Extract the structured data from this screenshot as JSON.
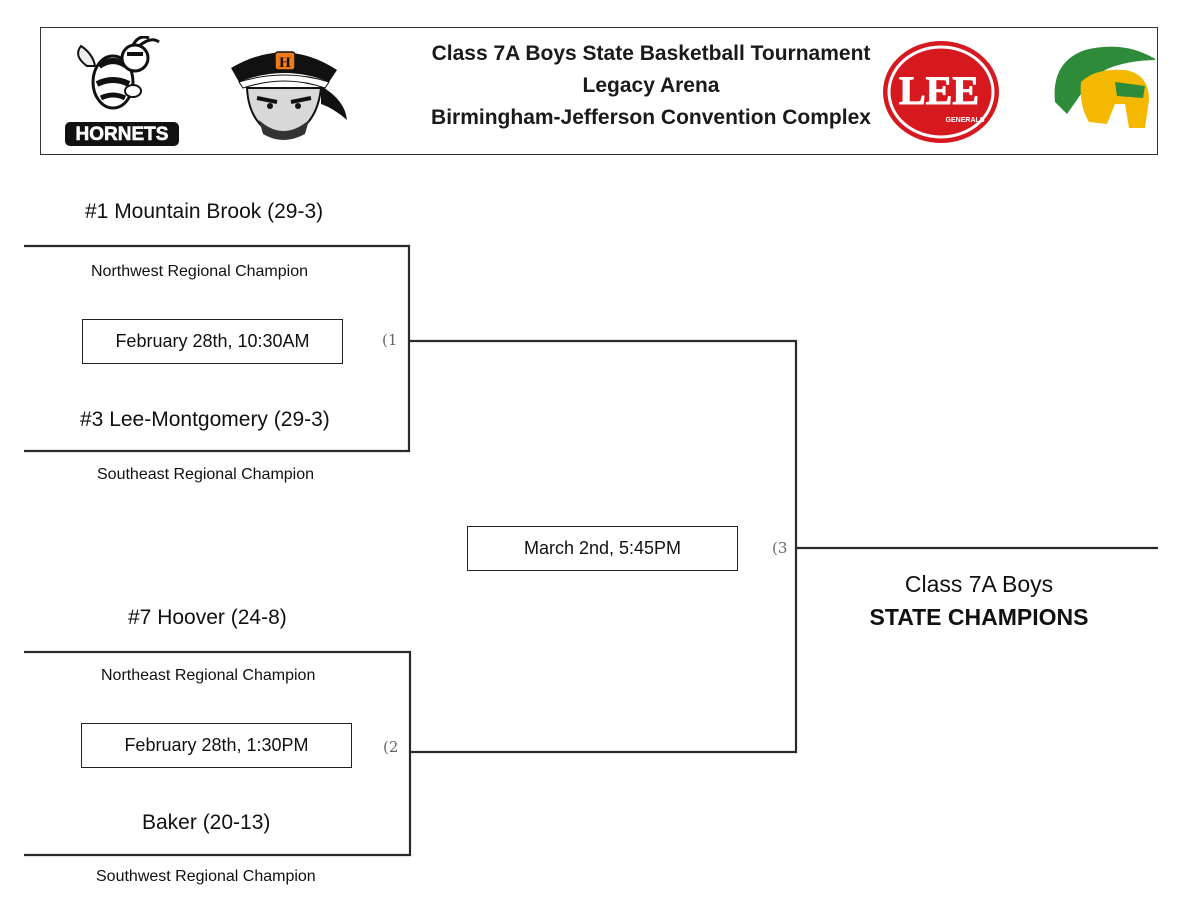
{
  "header": {
    "line1": "Class 7A Boys State Basketball Tournament",
    "line2": "Legacy Arena",
    "line3": "Birmingham-Jefferson Convention Complex",
    "logos": [
      {
        "name": "hornets-logo",
        "text": "HORNETS"
      },
      {
        "name": "pirate-logo",
        "text": "H"
      },
      {
        "name": "lee-generals-logo",
        "text": "LEE",
        "subtext": "GENERALS"
      },
      {
        "name": "spartan-helmet-logo"
      }
    ]
  },
  "bracket": {
    "game1": {
      "marker": "(1",
      "date": "February 28th, 10:30AM",
      "top_team": "#1 Mountain Brook (29-3)",
      "top_region": "Northwest Regional Champion",
      "bottom_team": "#3 Lee-Montgomery (29-3)",
      "bottom_region": "Southeast Regional Champion"
    },
    "game2": {
      "marker": "(2",
      "date": "February 28th, 1:30PM",
      "top_team": "#7 Hoover (24-8)",
      "top_region": "Northeast Regional Champion",
      "bottom_team": "Baker (20-13)",
      "bottom_region": "Southwest Regional Champion"
    },
    "final": {
      "marker": "(3",
      "date": "March 2nd, 5:45PM"
    },
    "champion": {
      "line1": "Class 7A Boys",
      "line2": "STATE CHAMPIONS"
    }
  },
  "colors": {
    "lee_red": "#d6181f",
    "spartan_green": "#2e8b3a",
    "spartan_gold": "#f5b800"
  }
}
